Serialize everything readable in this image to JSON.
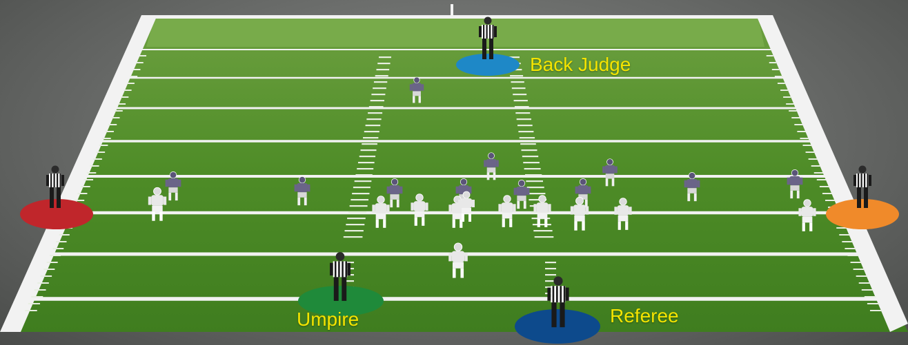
{
  "labels": {
    "back_judge": "Back Judge",
    "umpire": "Umpire",
    "referee": "Referee"
  },
  "colors": {
    "label": "#f4e400",
    "back_judge_zone": "#1e88c7",
    "umpire_zone": "#1f8a3a",
    "referee_zone": "#0d4a8c",
    "left_zone": "#c0262b",
    "right_zone": "#f08a2a",
    "turf": "#4f8f2a",
    "field_lines": "#f2f2f2"
  },
  "players": {
    "offense_color": "#e8e8e8",
    "defense_color": "#6a6488"
  }
}
